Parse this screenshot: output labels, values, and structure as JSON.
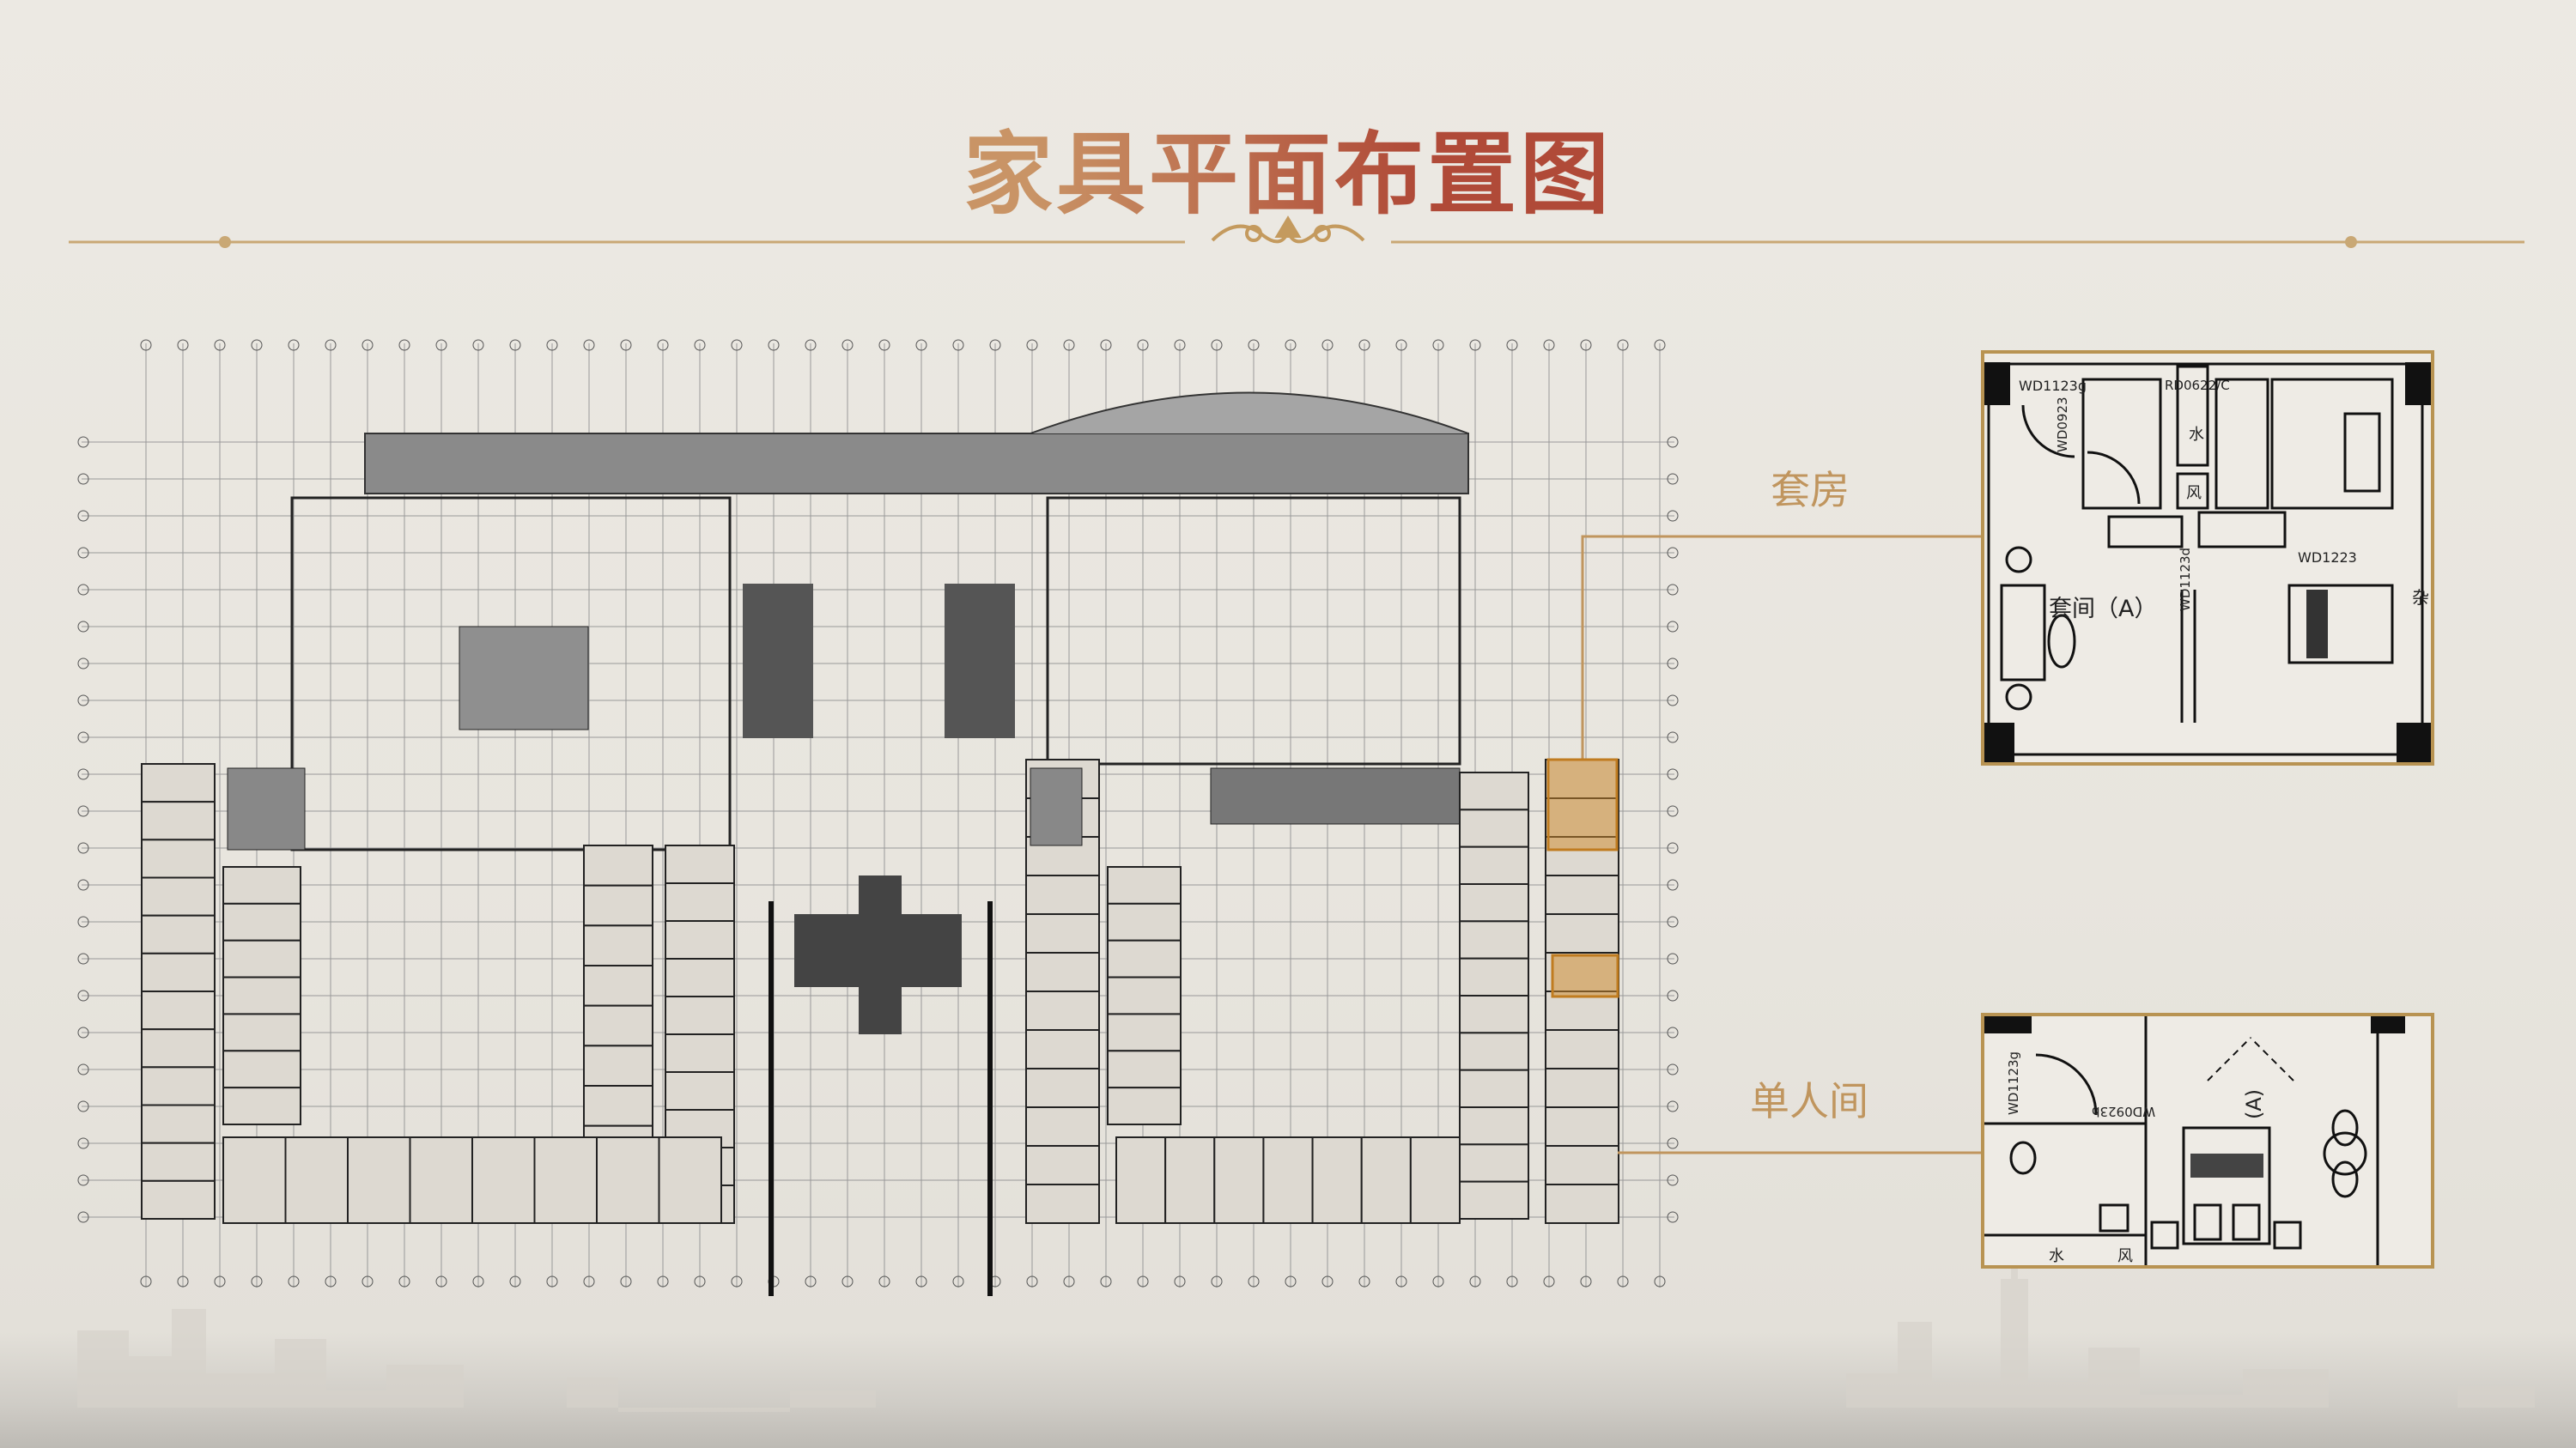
{
  "slide": {
    "title": "家具平面布置图",
    "accent_color": "#c0955e",
    "title_color": "#b04a38"
  },
  "callouts": [
    {
      "label": "套房"
    },
    {
      "label": "单人间"
    }
  ],
  "suite_inset": {
    "room_name": "套间（A）",
    "tags": [
      "WD1123g",
      "WD0923",
      "RD0622/C",
      "水",
      "风",
      "WD1123d",
      "WD1223",
      "杂"
    ]
  },
  "single_inset": {
    "room_name": "(A)",
    "tags": [
      "WD1123g",
      "WD0923b",
      "水",
      "风"
    ]
  }
}
